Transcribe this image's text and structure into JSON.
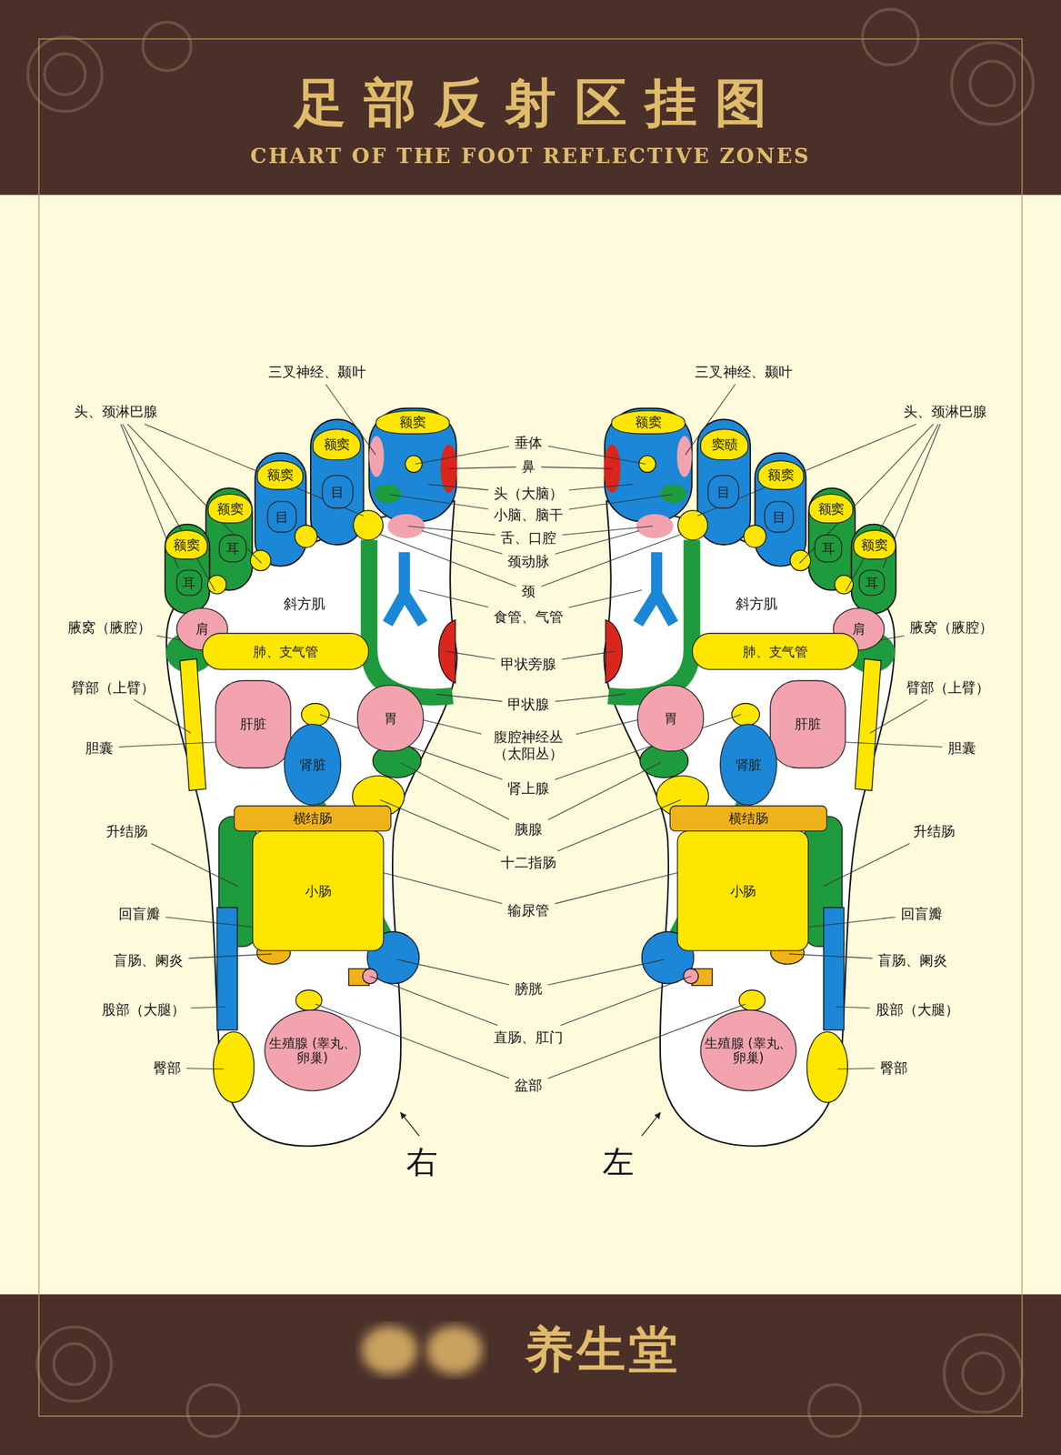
{
  "diagram": {
    "title": "足部反射区挂图",
    "nodes": [
      {
        "text": [
          "额窦"
        ]
      },
      {
        "text": [
          "额窦"
        ]
      },
      {
        "text": [
          "目"
        ]
      },
      {
        "text": [
          "额窦"
        ]
      },
      {
        "text": [
          "目"
        ]
      },
      {
        "text": [
          "额窦"
        ]
      },
      {
        "text": [
          "耳"
        ]
      },
      {
        "text": [
          "额窦"
        ]
      },
      {
        "text": [
          "耳"
        ]
      },
      {
        "text": [
          "肩"
        ]
      },
      {
        "text": [
          "肺、支气管"
        ]
      },
      {
        "text": [
          "肝脏"
        ]
      },
      {
        "text": [
          "胃"
        ]
      },
      {
        "text": [
          "肾脏"
        ]
      },
      {
        "text": [
          "横结肠"
        ]
      },
      {
        "text": [
          "小肠"
        ]
      },
      {
        "text": [
          "生殖腺 (睾丸、卵巢)"
        ]
      },
      {
        "text": [
          "额窦"
        ]
      },
      {
        "text": [
          "窦赜"
        ]
      },
      {
        "text": [
          "目"
        ]
      },
      {
        "text": [
          "额窦"
        ]
      },
      {
        "text": [
          "目"
        ]
      },
      {
        "text": [
          "额窦"
        ]
      },
      {
        "text": [
          "耳"
        ]
      },
      {
        "text": [
          "额窦"
        ]
      },
      {
        "text": [
          "耳"
        ]
      },
      {
        "text": [
          "肩"
        ]
      },
      {
        "text": [
          "肺、支气管"
        ]
      },
      {
        "text": [
          "肝脏"
        ]
      },
      {
        "text": [
          "胃"
        ]
      },
      {
        "text": [
          "肾脏"
        ]
      },
      {
        "text": [
          "横结肠"
        ]
      },
      {
        "text": [
          "小肠"
        ]
      },
      {
        "text": [
          "生殖腺 (睾丸、卵巢)"
        ]
      }
    ],
    "labels": [
      "CHART OF THE FOOT REFLECTIVE ZONES",
      "三叉神经、颞叶",
      "三叉神经、颞叶",
      "头、颈淋巴腺",
      "头、颈淋巴腺",
      "垂体",
      "鼻",
      "头（大脑）",
      "小脑、脑干",
      "舌、口腔",
      "颈动脉",
      "颈",
      "斜方肌",
      "斜方肌",
      "食管、气管",
      "腋窝（腋腔）",
      "腋窝（腋腔）",
      "甲状旁腺",
      "臂部（上臂）",
      "臂部（上臂）",
      "甲状腺",
      "腹腔神经丛 （太阳丛）",
      "胆囊",
      "胆囊",
      "肾上腺",
      "胰腺",
      "升结肠",
      "升结肠",
      "十二指肠",
      "输尿管",
      "回盲瓣",
      "回盲瓣",
      "盲肠、阑炎",
      "盲肠、阑炎",
      "膀胱",
      "股部（大腿）",
      "股部（大腿）",
      "直肠、肛门",
      "臀部",
      "臀部",
      "盆部",
      "右",
      "左",
      "养生堂"
    ]
  }
}
